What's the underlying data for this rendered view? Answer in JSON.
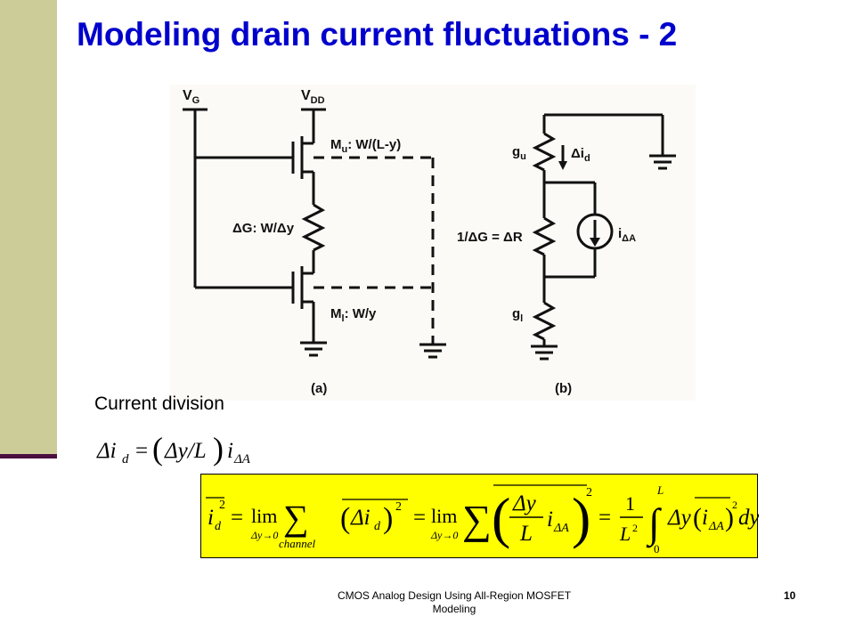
{
  "slide": {
    "title": "Modeling drain current fluctuations - 2",
    "subtitle": "Current division",
    "footer_line1": "CMOS Analog Design Using All-Region MOSFET",
    "footer_line2": "Modeling",
    "page_number": "10"
  },
  "figure": {
    "vg": "V",
    "vg_sub": "G",
    "vdd": "V",
    "vdd_sub": "DD",
    "mu": "M",
    "mu_sub": "u",
    "mu_rest": ": W/(L-y)",
    "dg": "ΔG: W/Δy",
    "ml": "M",
    "ml_sub": "l",
    "ml_rest": ": W/y",
    "caption_a": "(a)",
    "gu": "g",
    "gu_sub": "u",
    "did": "Δi",
    "did_sub": "d",
    "res": "1/ΔG = ΔR",
    "ida": "i",
    "ida_sub": "ΔA",
    "gl": "g",
    "gl_sub": "l",
    "caption_b": "(b)"
  },
  "colors": {
    "sidebar": "#cccc99",
    "sidebar_line": "#4b0f3f",
    "title": "#0000cc",
    "equation_box": "#ffff00"
  }
}
